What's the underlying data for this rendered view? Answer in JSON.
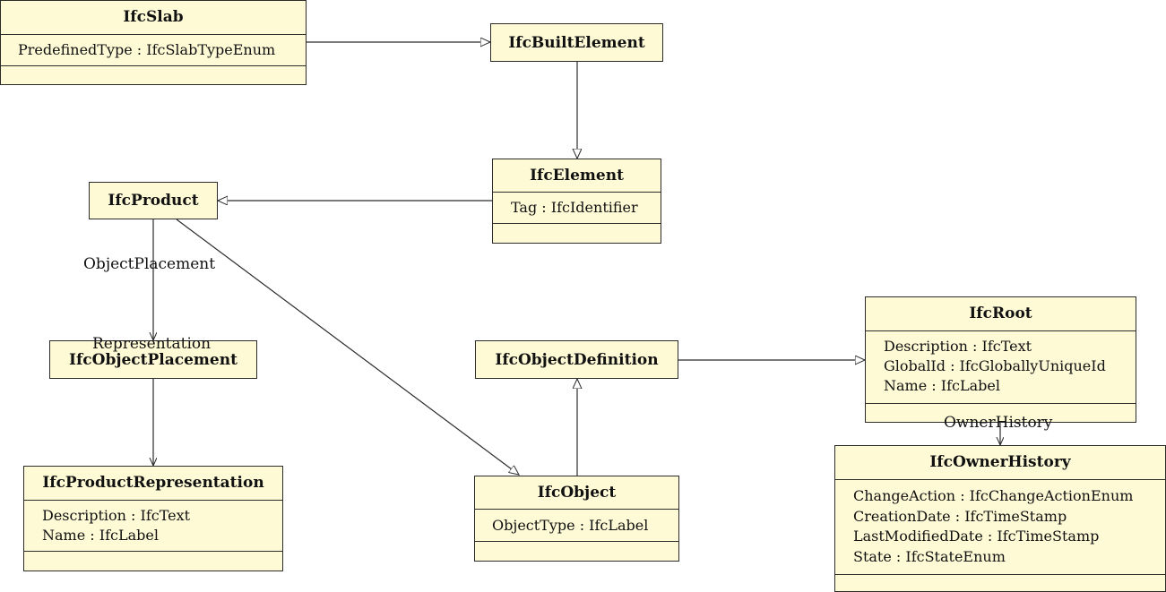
{
  "classes": {
    "ifcslab": {
      "name": "IfcSlab",
      "attributes": [
        "PredefinedType : IfcSlabTypeEnum"
      ]
    },
    "ifcbuiltelement": {
      "name": "IfcBuiltElement"
    },
    "ifcelement": {
      "name": "IfcElement",
      "attributes": [
        "Tag : IfcIdentifier"
      ]
    },
    "ifcproduct": {
      "name": "IfcProduct"
    },
    "ifcobjectplacement": {
      "name": "IfcObjectPlacement"
    },
    "ifcproductrepresentation": {
      "name": "IfcProductRepresentation",
      "attributes": [
        "Description : IfcText",
        "Name : IfcLabel"
      ]
    },
    "ifcobjectdefinition": {
      "name": "IfcObjectDefinition"
    },
    "ifcobject": {
      "name": "IfcObject",
      "attributes": [
        "ObjectType : IfcLabel"
      ]
    },
    "ifcroot": {
      "name": "IfcRoot",
      "attributes": [
        "Description : IfcText",
        "GlobalId : IfcGloballyUniqueId",
        "Name : IfcLabel"
      ]
    },
    "ifcownerhistory": {
      "name": "IfcOwnerHistory",
      "attributes": [
        "ChangeAction : IfcChangeActionEnum",
        "CreationDate : IfcTimeStamp",
        "LastModifiedDate : IfcTimeStamp",
        "State : IfcStateEnum"
      ]
    }
  },
  "relations": {
    "object_placement": "ObjectPlacement",
    "representation": "Representation",
    "owner_history": "OwnerHistory"
  },
  "colors": {
    "class_fill": "#fffad6",
    "line": "#2b2b2b"
  }
}
